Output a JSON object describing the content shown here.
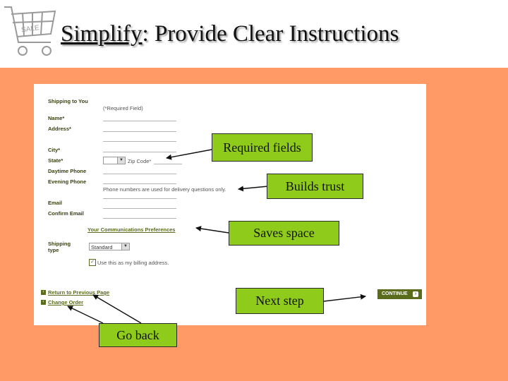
{
  "slide": {
    "title_word": "Simplify",
    "title_rest": ":  Provide Clear Instructions",
    "logo_text": "SALE"
  },
  "form": {
    "section_title": "Shipping to You",
    "required_note": "(*Required Field)",
    "labels": {
      "name": "Name*",
      "address": "Address*",
      "city": "City*",
      "state": "State*",
      "zip": "Zip Code*",
      "daytime_phone": "Daytime Phone",
      "evening_phone": "Evening Phone",
      "email": "Email",
      "confirm_email": "Confirm Email",
      "shipping_type": "Shipping type"
    },
    "phone_note": "Phone numbers are used for delivery questions only.",
    "comm_prefs_link": "Your Communications Preferences",
    "shipping_type_value": "Standard",
    "billing_checkbox_label": "Use this as my billing address.",
    "return_link": "Return to Previous Page",
    "change_order_link": "Change Order",
    "continue_button": "CONTINUE"
  },
  "callouts": {
    "required": "Required fields",
    "trust": "Builds trust",
    "space": "Saves space",
    "next": "Next step",
    "back": "Go back"
  },
  "colors": {
    "band": "#ff9a66",
    "callout": "#8fcb1a",
    "form_accent": "#5a6b1c"
  }
}
